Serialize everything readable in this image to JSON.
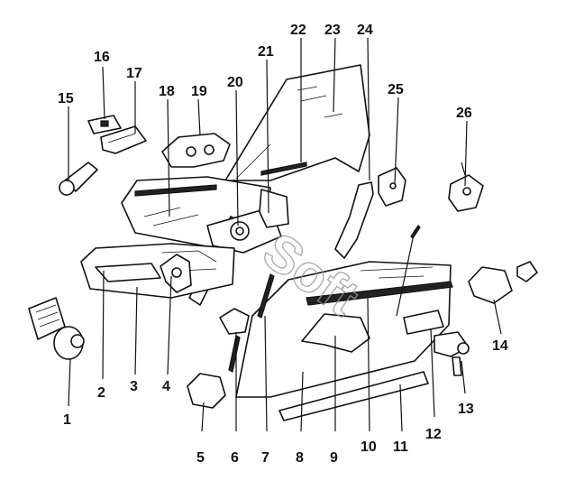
{
  "diagram": {
    "labels": [
      {
        "id": "1",
        "text": "1"
      },
      {
        "id": "2",
        "text": "2"
      },
      {
        "id": "3",
        "text": "3"
      },
      {
        "id": "4",
        "text": "4"
      },
      {
        "id": "5",
        "text": "5"
      },
      {
        "id": "6",
        "text": "6"
      },
      {
        "id": "7",
        "text": "7"
      },
      {
        "id": "8",
        "text": "8"
      },
      {
        "id": "9",
        "text": "9"
      },
      {
        "id": "10",
        "text": "10"
      },
      {
        "id": "11",
        "text": "11"
      },
      {
        "id": "12",
        "text": "12"
      },
      {
        "id": "13",
        "text": "13"
      },
      {
        "id": "14",
        "text": "14"
      },
      {
        "id": "15",
        "text": "15"
      },
      {
        "id": "16",
        "text": "16"
      },
      {
        "id": "17",
        "text": "17"
      },
      {
        "id": "18",
        "text": "18"
      },
      {
        "id": "19",
        "text": "19"
      },
      {
        "id": "20",
        "text": "20"
      },
      {
        "id": "21",
        "text": "21"
      },
      {
        "id": "22",
        "text": "22"
      },
      {
        "id": "23",
        "text": "23"
      },
      {
        "id": "24",
        "text": "24"
      },
      {
        "id": "25",
        "text": "25"
      },
      {
        "id": "26",
        "text": "26"
      }
    ],
    "watermark": "Soft"
  }
}
